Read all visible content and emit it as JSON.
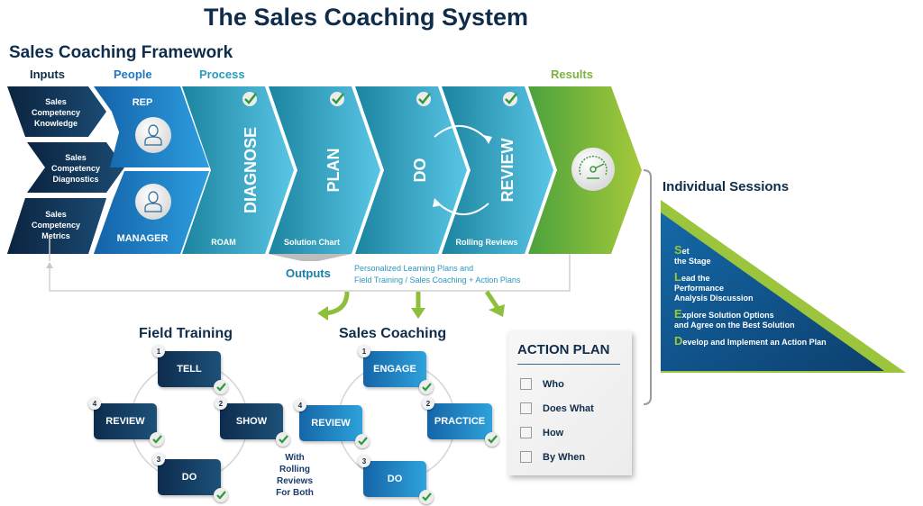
{
  "title": "The Sales Coaching System",
  "framework": {
    "title": "Sales Coaching Framework",
    "column_headers": {
      "inputs": "Inputs",
      "people": "People",
      "process": "Process",
      "results": "Results"
    },
    "inputs": [
      [
        "Sales",
        "Competency",
        "Knowledge"
      ],
      [
        "Sales",
        "Competency",
        "Diagnostics"
      ],
      [
        "Sales",
        "Competency",
        "Metrics"
      ]
    ],
    "people": [
      {
        "label": "REP",
        "icon": "person-icon"
      },
      {
        "label": "MANAGER",
        "icon": "person-icon"
      }
    ],
    "process": [
      {
        "label": "DIAGNOSE",
        "sublabel": "ROAM",
        "checked": true
      },
      {
        "label": "PLAN",
        "sublabel": "Solution Chart",
        "checked": true
      },
      {
        "label": "DO",
        "sublabel": "",
        "checked": true
      },
      {
        "label": "REVIEW",
        "sublabel": "Rolling Reviews",
        "checked": true
      }
    ],
    "results_icon": "speedometer-icon",
    "outputs": {
      "label": "Outputs",
      "line1": "Personalized Learning Plans and",
      "line2": "Field Training  / Sales Coaching + Action Plans"
    }
  },
  "field_training": {
    "title": "Field Training",
    "steps": [
      {
        "num": "1",
        "label": "TELL"
      },
      {
        "num": "2",
        "label": "SHOW"
      },
      {
        "num": "3",
        "label": "DO"
      },
      {
        "num": "4",
        "label": "REVIEW"
      }
    ]
  },
  "sales_coaching": {
    "title": "Sales Coaching",
    "steps": [
      {
        "num": "1",
        "label": "ENGAGE"
      },
      {
        "num": "2",
        "label": "PRACTICE"
      },
      {
        "num": "3",
        "label": "DO"
      },
      {
        "num": "4",
        "label": "REVIEW"
      }
    ]
  },
  "rolling_note": [
    "With",
    "Rolling",
    "Reviews",
    "For Both"
  ],
  "action_plan": {
    "title": "ACTION PLAN",
    "items": [
      "Who",
      "Does What",
      "How",
      "By When"
    ]
  },
  "individual_sessions": {
    "title": "Individual Sessions",
    "steps": [
      {
        "letter": "S",
        "rest": "et",
        "lines": [
          "the Stage"
        ]
      },
      {
        "letter": "L",
        "rest": "ead the",
        "lines": [
          "Performance",
          "Analysis Discussion"
        ]
      },
      {
        "letter": "E",
        "rest": "xplore Solution Options",
        "lines": [
          "and Agree on the Best Solution"
        ]
      },
      {
        "letter": "D",
        "rest": "evelop and Implement an Action Plan",
        "lines": []
      }
    ]
  },
  "colors": {
    "navy": "#0f2d4a",
    "people_blue": "#1c78c4",
    "process_teal": "#2a9bbd",
    "results_green": "#8dbf3a",
    "check_green": "#2e9a3a",
    "outputs_blue": "#1a7fa8"
  }
}
